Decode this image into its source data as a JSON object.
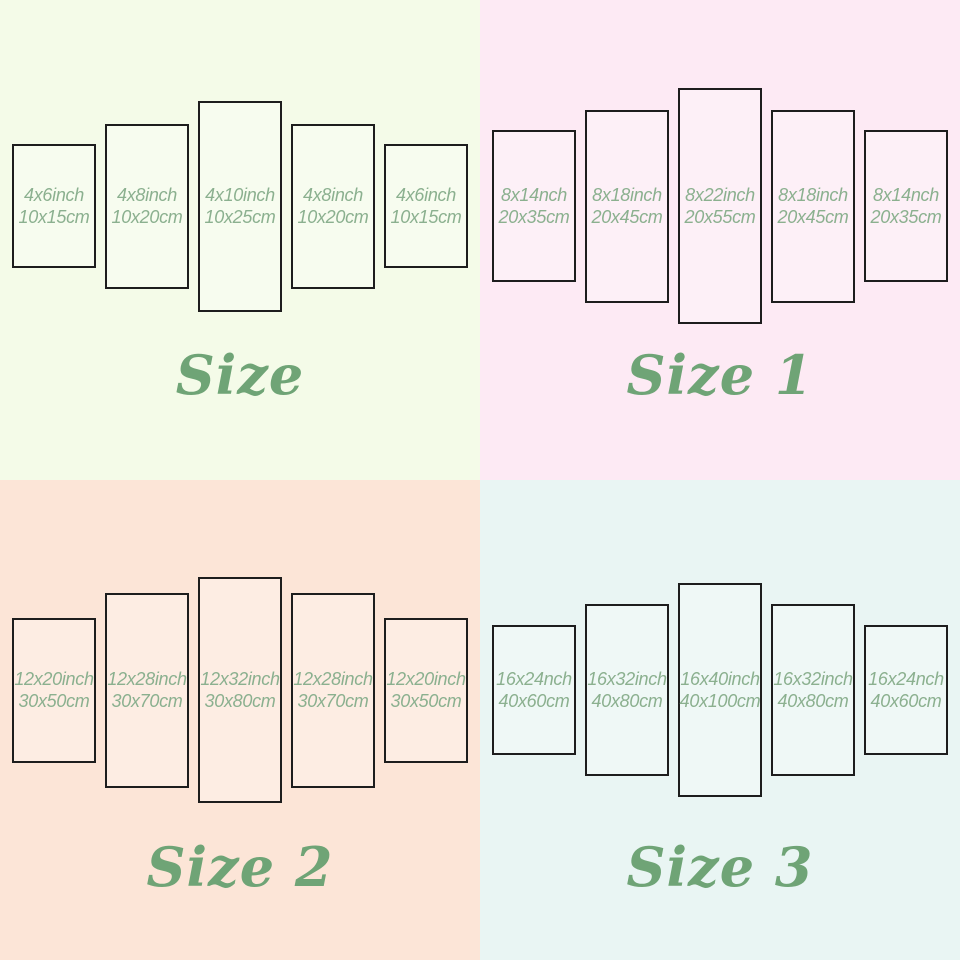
{
  "theme": {
    "panel_border_color": "#1d1d1d",
    "panel_text_color": "#8bb08f",
    "title_color": "#6fa476"
  },
  "quadrants": [
    {
      "title": "Size",
      "bg": "#f4fbe8",
      "panels": [
        {
          "inch": "4x6inch",
          "cm": "10x15cm"
        },
        {
          "inch": "4x8inch",
          "cm": "10x20cm"
        },
        {
          "inch": "4x10inch",
          "cm": "10x25cm"
        },
        {
          "inch": "4x8inch",
          "cm": "10x20cm"
        },
        {
          "inch": "4x6inch",
          "cm": "10x15cm"
        }
      ]
    },
    {
      "title": "Size 1",
      "bg": "#fdeaf4",
      "panels": [
        {
          "inch": "8x14nch",
          "cm": "20x35cm"
        },
        {
          "inch": "8x18inch",
          "cm": "20x45cm"
        },
        {
          "inch": "8x22inch",
          "cm": "20x55cm"
        },
        {
          "inch": "8x18inch",
          "cm": "20x45cm"
        },
        {
          "inch": "8x14nch",
          "cm": "20x35cm"
        }
      ]
    },
    {
      "title": "Size 2",
      "bg": "#fce5d7",
      "panels": [
        {
          "inch": "12x20inch",
          "cm": "30x50cm"
        },
        {
          "inch": "12x28inch",
          "cm": "30x70cm"
        },
        {
          "inch": "12x32inch",
          "cm": "30x80cm"
        },
        {
          "inch": "12x28inch",
          "cm": "30x70cm"
        },
        {
          "inch": "12x20inch",
          "cm": "30x50cm"
        }
      ]
    },
    {
      "title": "Size 3",
      "bg": "#e9f5f3",
      "panels": [
        {
          "inch": "16x24nch",
          "cm": "40x60cm"
        },
        {
          "inch": "16x32inch",
          "cm": "40x80cm"
        },
        {
          "inch": "16x40inch",
          "cm": "40x100cm"
        },
        {
          "inch": "16x32inch",
          "cm": "40x80cm"
        },
        {
          "inch": "16x24nch",
          "cm": "40x60cm"
        }
      ]
    }
  ]
}
